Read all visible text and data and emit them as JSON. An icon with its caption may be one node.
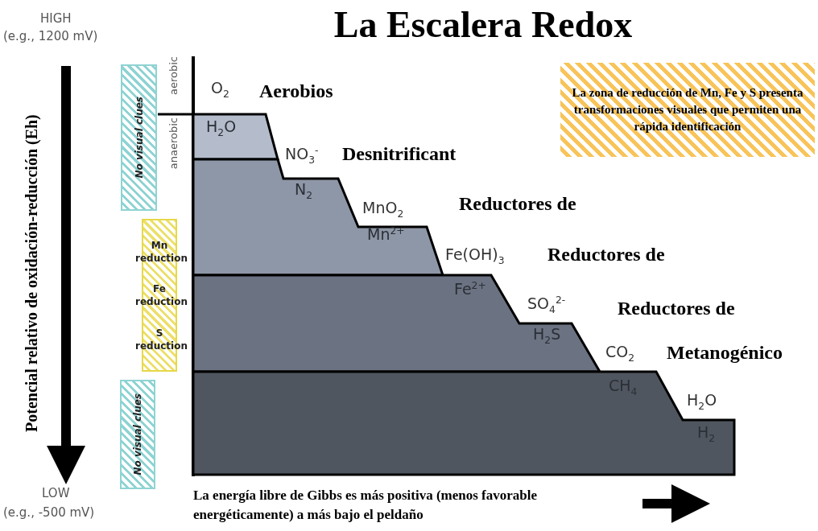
{
  "diagram": {
    "title": "La Escalera Redox",
    "nodes": [
      {
        "text": [
          "No visual clues"
        ]
      },
      {
        "text": [
          "La zona de reducción de Mn, Fe y S presenta transformaciones visuales que permiten una rápida identificación"
        ]
      },
      {
        "text": [
          "H$_{2}$O"
        ]
      },
      {
        "text": [
          "N$_{2}$",
          "Mn$^{2+}$"
        ]
      },
      {
        "text": [
          "Mn reduction",
          "Fe reduction",
          "S reduction"
        ]
      },
      {
        "text": [
          "Fe$^{2+}$",
          "H$_{2}$S"
        ]
      },
      {
        "text": [
          "CH$_{4}$",
          "H$_{2}$"
        ]
      },
      {
        "text": [
          "No visual clues"
        ]
      }
    ],
    "edges": [],
    "labels": [
      "HIGH",
      "(e.g., 1200 mV)",
      "O$_{2}$",
      "Aerobios",
      "aerobic",
      "anaerobic",
      "NO$_{3}$$^{-}$",
      "Desnitrificant",
      "MnO$_{2}$",
      "Reductores de",
      "Fe(OH)$_{3}$",
      "Reductores de",
      "SO$_{4}$$^{2-}$",
      "Reductores de",
      "CO$_{2}$",
      "Metanogénico",
      "H$_{2}$O",
      "Potencial relativo de oxidación-reducción (Eh)",
      "LOW",
      "(e.g., -500 mV)",
      "La energía libre de Gibbs es más positiva (menos favorable energéticamente) a más bajo el peldaño"
    ]
  }
}
